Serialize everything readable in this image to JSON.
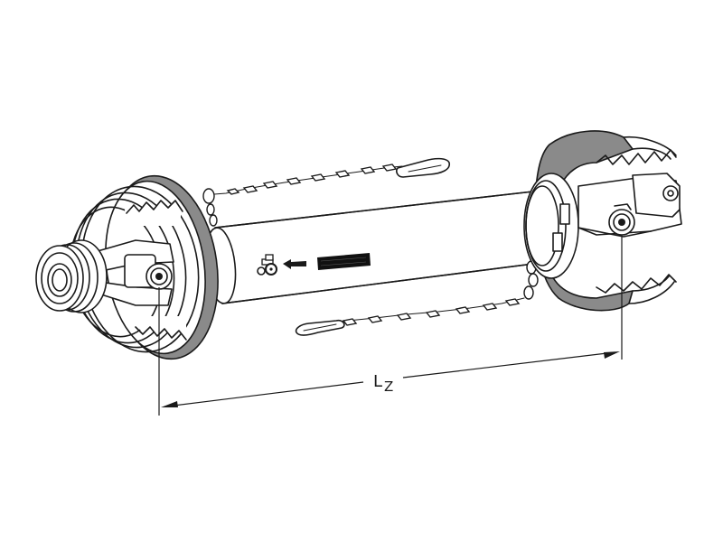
{
  "figure": {
    "subject": "PTO drive shaft with guard",
    "colors": {
      "line": "#1a1a1a",
      "guard_band": "#8a8a8a",
      "background": "#ffffff"
    }
  },
  "dimension": {
    "label_main": "L",
    "label_sub": "Z",
    "description": "Lz"
  },
  "decal": {
    "icon": "tractor-icon",
    "arrow": "arrow-left-icon",
    "text_block": "warning-label-block"
  },
  "components": {
    "left_yoke": "tractor-side-yoke",
    "right_yoke": "implement-side-yoke",
    "left_guard": "left-guard-cone",
    "right_guard": "right-guard-cone",
    "tube": "guard-tube",
    "upper_chain": "upper-retaining-chain",
    "lower_chain": "lower-retaining-chain"
  }
}
